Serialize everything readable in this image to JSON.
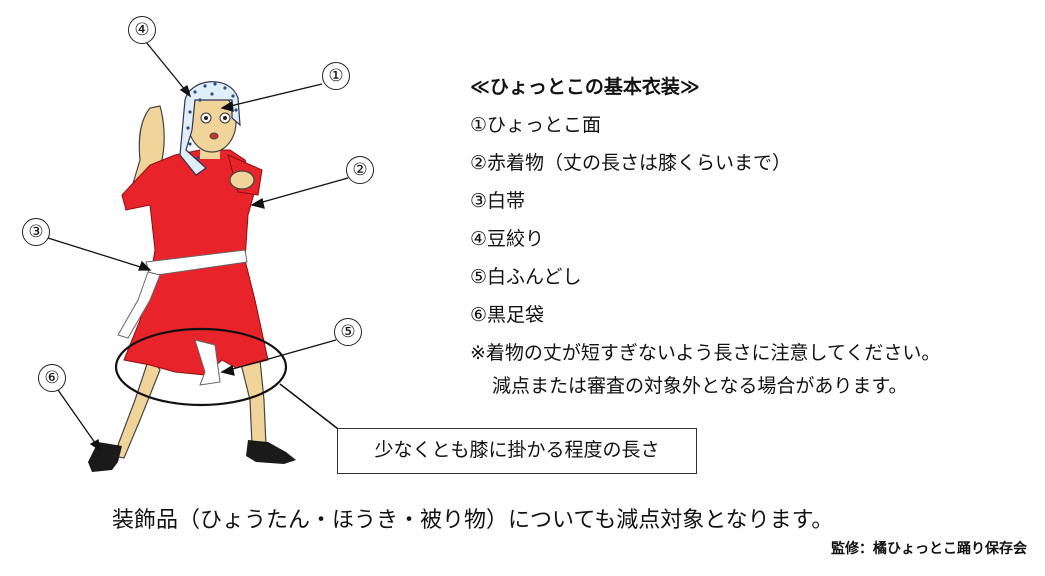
{
  "numbers": {
    "n1": "①",
    "n2": "②",
    "n3": "③",
    "n4": "④",
    "n5": "⑤",
    "n6": "⑥"
  },
  "legend": {
    "title": "≪ひょっとこの基本衣装≫",
    "items": [
      "①ひょっとこ面",
      "②赤着物（丈の長さは膝くらいまで）",
      "③白帯",
      "④豆絞り",
      "⑤白ふんどし",
      "⑥黒足袋"
    ],
    "note1": "※着物の丈が短すぎないよう長さに注意してください。",
    "note2": "減点または審査の対象外となる場合があります。"
  },
  "callout": "少なくとも膝に掛かる程度の長さ",
  "bottom_text": "装飾品（ひょうたん・ほうき・被り物）についても減点対象となります。",
  "credit": "監修：橘ひょっとこ踊り保存会",
  "colors": {
    "kimono": "#e8232a",
    "skin": "#f1d49a",
    "cloth": "#ffffff",
    "tabi": "#1a1a1a"
  }
}
